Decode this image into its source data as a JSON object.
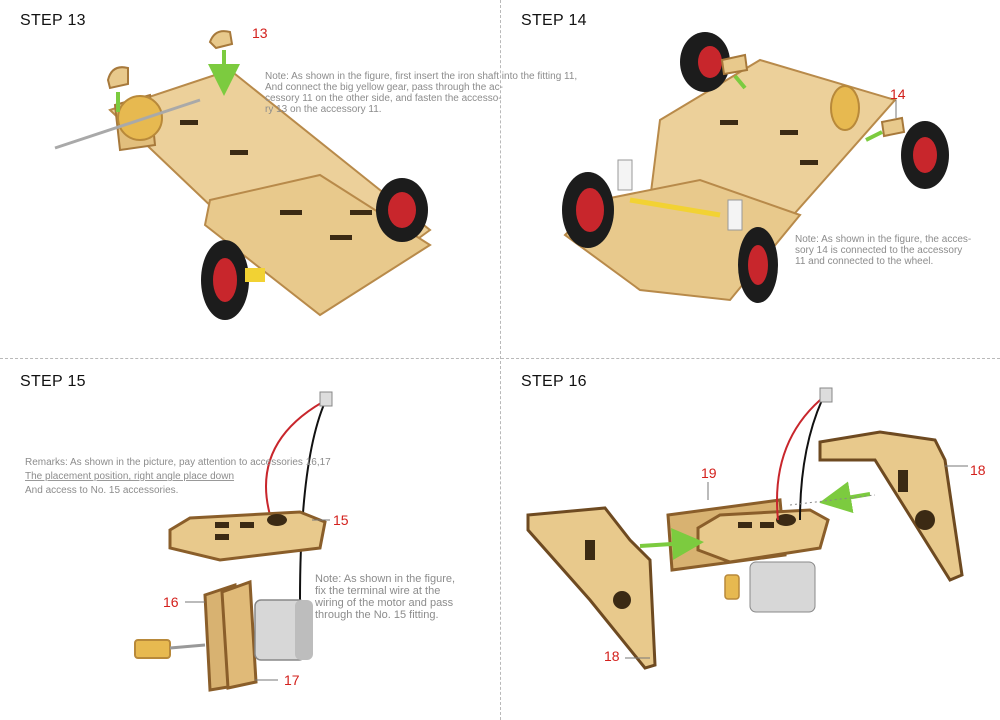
{
  "steps": [
    {
      "title": "STEP 13",
      "note_lines": [
        "Note: As shown in the figure, first insert the iron shaft into the fitting 11,",
        "And connect the big yellow gear, pass through the ac-",
        "cessory 11 on the other side, and fasten the accesso-",
        "ry 13 on the accessory 11."
      ],
      "callouts": [
        "13"
      ]
    },
    {
      "title": "STEP 14",
      "note_lines": [
        "Note: As shown in the figure, the acces-",
        "sory 14 is connected to the accessory",
        "11 and connected to the wheel."
      ],
      "callouts": [
        "14"
      ]
    },
    {
      "title": "STEP 15",
      "remark_lines": [
        "Remarks: As shown in the picture, pay attention to accessories 16,17",
        "The placement position, right angle place down",
        "And access to No. 15 accessories."
      ],
      "note_lines": [
        "Note: As shown in the figure,",
        "fix the terminal wire at the",
        "wiring of the motor and pass",
        "through the No. 15 fitting."
      ],
      "callouts": [
        "15",
        "16",
        "17"
      ]
    },
    {
      "title": "STEP 16",
      "callouts": [
        "19",
        "18",
        "18"
      ]
    }
  ],
  "colors": {
    "wood": "#e8c98c",
    "wood_edge": "#b88a4a",
    "wheel_rim": "#c8262c",
    "tire": "#1c1c1c",
    "arrow": "#7ccb3f",
    "callout": "#d3201c",
    "note_text": "#8c8c8c"
  }
}
